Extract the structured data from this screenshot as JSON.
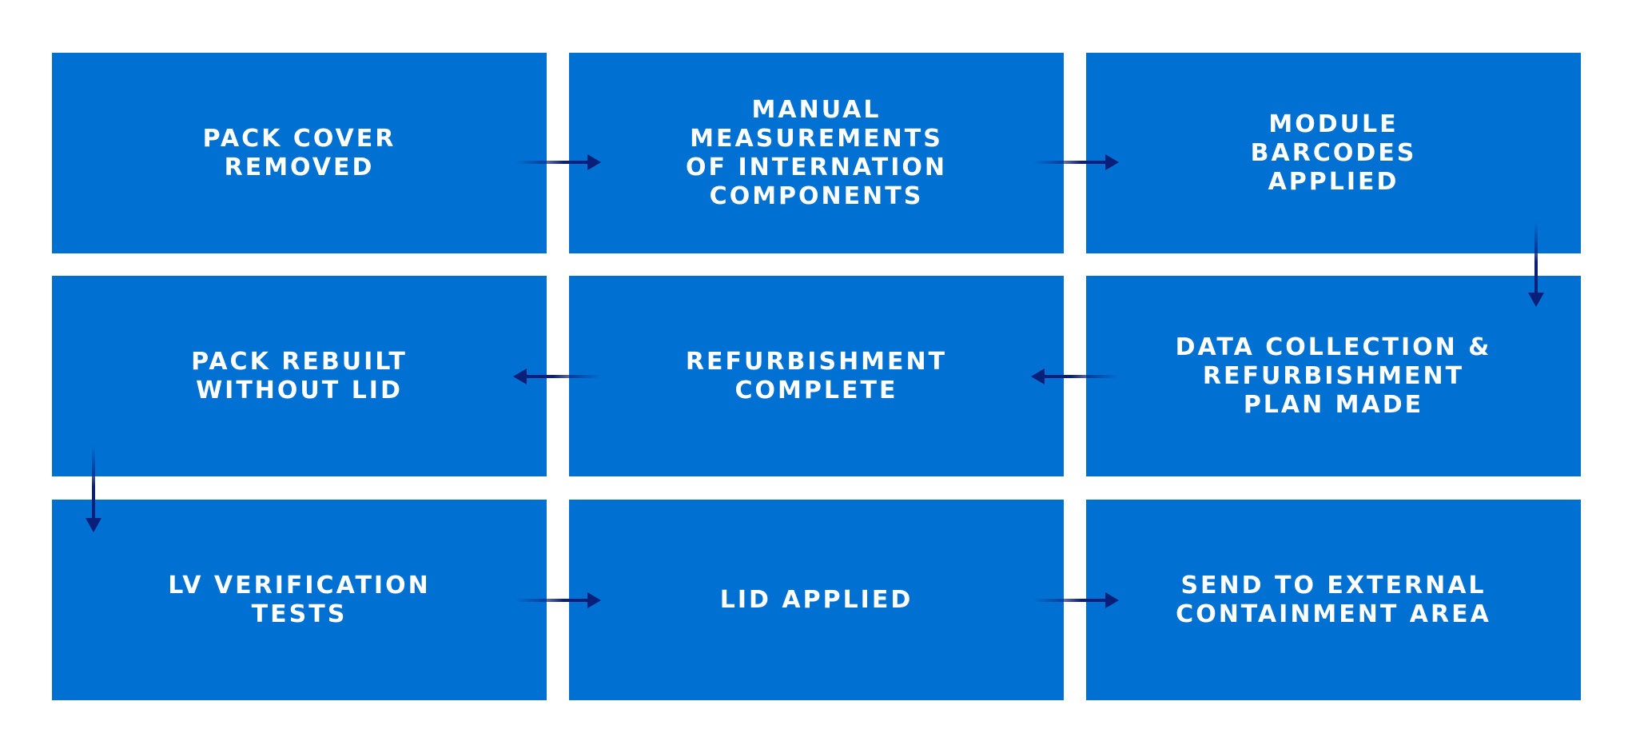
{
  "colors": {
    "box_fill": "#0070d2",
    "box_text": "#ffffff",
    "arrow": "#0a1f7a",
    "background": "#ffffff"
  },
  "steps": [
    {
      "label": "PACK COVER\nREMOVED"
    },
    {
      "label": "MANUAL\nMEASUREMENTS\nOF INTERNATION\nCOMPONENTS"
    },
    {
      "label": "MODULE\nBARCODES\nAPPLIED"
    },
    {
      "label": "DATA COLLECTION &\nREFURBISHMENT\nPLAN MADE"
    },
    {
      "label": "REFURBISHMENT\nCOMPLETE"
    },
    {
      "label": "PACK REBUILT\nWITHOUT LID"
    },
    {
      "label": "LV VERIFICATION\nTESTS"
    },
    {
      "label": "LID APPLIED"
    },
    {
      "label": "SEND TO EXTERNAL\nCONTAINMENT AREA"
    }
  ],
  "flow": [
    {
      "from": 0,
      "to": 1
    },
    {
      "from": 1,
      "to": 2
    },
    {
      "from": 2,
      "to": 3
    },
    {
      "from": 3,
      "to": 4
    },
    {
      "from": 4,
      "to": 5
    },
    {
      "from": 5,
      "to": 6
    },
    {
      "from": 6,
      "to": 7
    },
    {
      "from": 7,
      "to": 8
    }
  ]
}
